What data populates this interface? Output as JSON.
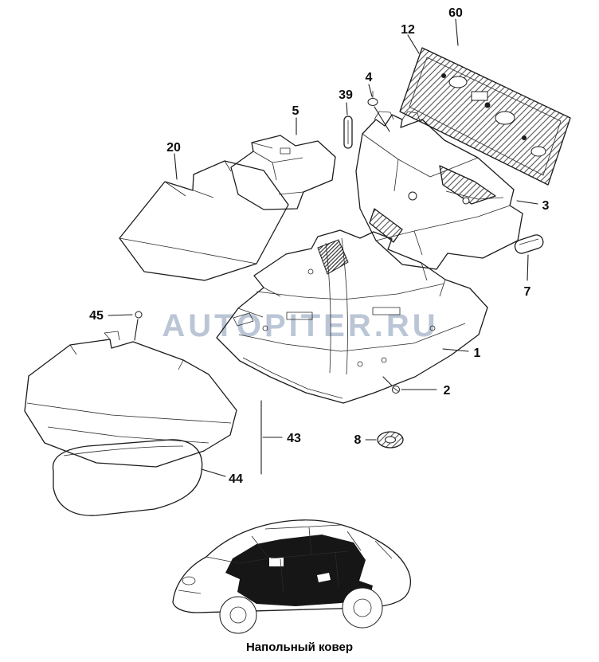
{
  "page": {
    "background_color": "#ffffff",
    "line_color": "#1c1c1c",
    "watermark": "AUTOPITER.RU",
    "watermark_color": "#a3b3c9",
    "caption": "Напольный ковер"
  },
  "callouts": [
    {
      "label": "60"
    },
    {
      "label": "12"
    },
    {
      "label": "4"
    },
    {
      "label": "39"
    },
    {
      "label": "5"
    },
    {
      "label": "20"
    },
    {
      "label": "3"
    },
    {
      "label": "7"
    },
    {
      "label": "45"
    },
    {
      "label": "1"
    },
    {
      "label": "2"
    },
    {
      "label": "8"
    },
    {
      "label": "43"
    },
    {
      "label": "44"
    }
  ]
}
